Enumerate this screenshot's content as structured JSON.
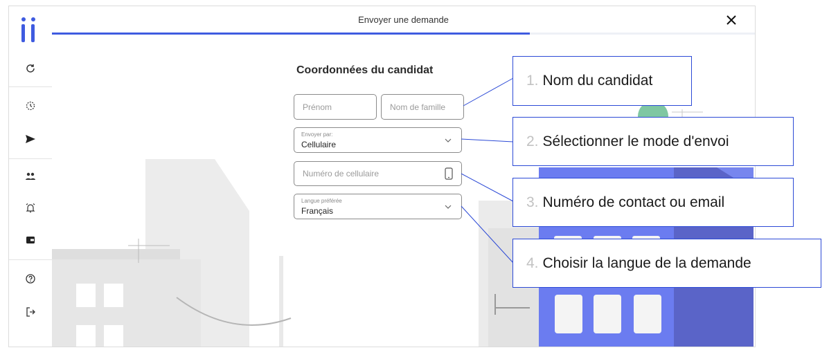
{
  "header": {
    "title": "Envoyer une demande",
    "progress_fraction": 0.68
  },
  "sidebar": {
    "logo_icon": "logo-icon",
    "items": [
      {
        "name": "refresh-icon"
      },
      {
        "name": "history-icon"
      },
      {
        "name": "send-icon"
      },
      {
        "name": "users-icon"
      },
      {
        "name": "alarm-icon"
      },
      {
        "name": "wallet-icon"
      },
      {
        "name": "help-icon"
      },
      {
        "name": "logout-icon"
      }
    ]
  },
  "form": {
    "title": "Coordonnées du candidat",
    "first_name_placeholder": "Prénom",
    "last_name_placeholder": "Nom de famille",
    "send_by_label": "Envoyer par:",
    "send_by_value": "Cellulaire",
    "phone_placeholder": "Numéro de cellulaire",
    "language_label": "Langue préférée",
    "language_value": "Français"
  },
  "callouts": [
    {
      "num": "1.",
      "text": "Nom du candidat"
    },
    {
      "num": "2.",
      "text": "Sélectionner le mode d'envoi"
    },
    {
      "num": "3.",
      "text": "Numéro de contact ou email"
    },
    {
      "num": "4.",
      "text": "Choisir la langue de la demande"
    }
  ],
  "colors": {
    "accent": "#3f5be0",
    "building_blue": "#6b7cf0",
    "building_shadow": "#5a64c8"
  }
}
